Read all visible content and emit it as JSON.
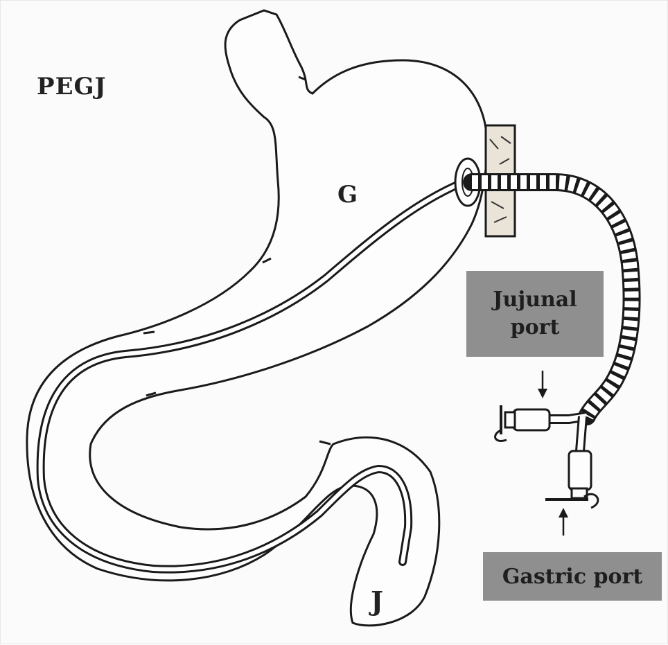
{
  "diagram": {
    "title": "PEGJ",
    "labels": {
      "stomach": "G",
      "jejunum": "J"
    },
    "ports": {
      "jejunal": {
        "line1": "Jujunal",
        "line2": "port"
      },
      "gastric": "Gastric port"
    },
    "colors": {
      "ink": "#1a1a1a",
      "label_box": "#8f8f8f",
      "background": "#fbfbfb"
    }
  }
}
